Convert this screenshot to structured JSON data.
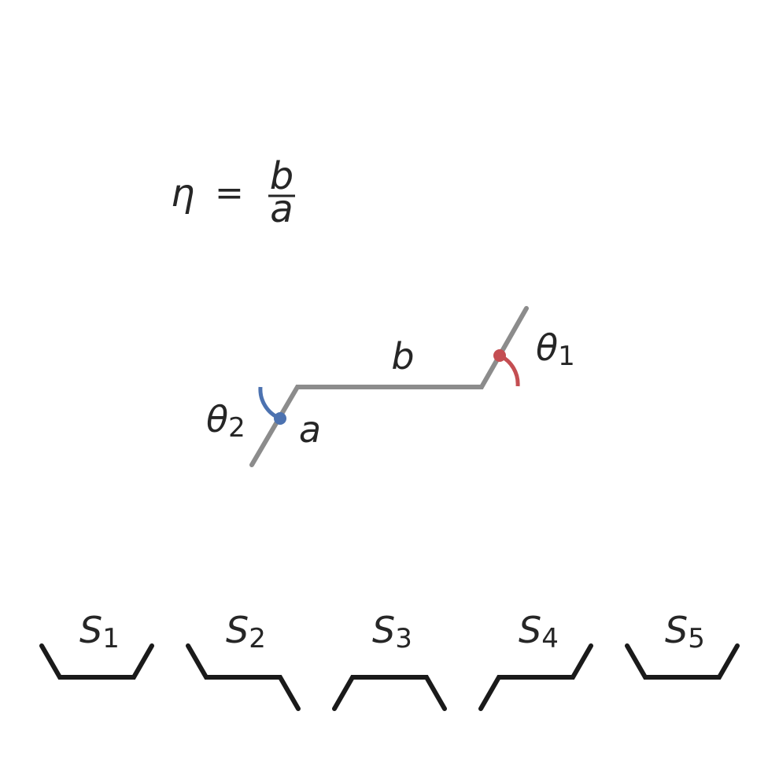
{
  "formula": {
    "lhs": "η",
    "eq": "=",
    "numerator": "b",
    "denominator": "a"
  },
  "main_diagram": {
    "label_b": "b",
    "label_a": "a",
    "theta1": {
      "symbol": "θ",
      "sub": "1"
    },
    "theta2": {
      "symbol": "θ",
      "sub": "2"
    },
    "colors": {
      "segments": "#8c8c8c",
      "theta1_marker": "#c44e52",
      "theta2_marker": "#4c72b0"
    }
  },
  "shapes": [
    {
      "symbol": "S",
      "sub": "1"
    },
    {
      "symbol": "S",
      "sub": "2"
    },
    {
      "symbol": "S",
      "sub": "3"
    },
    {
      "symbol": "S",
      "sub": "4"
    },
    {
      "symbol": "S",
      "sub": "5"
    }
  ]
}
